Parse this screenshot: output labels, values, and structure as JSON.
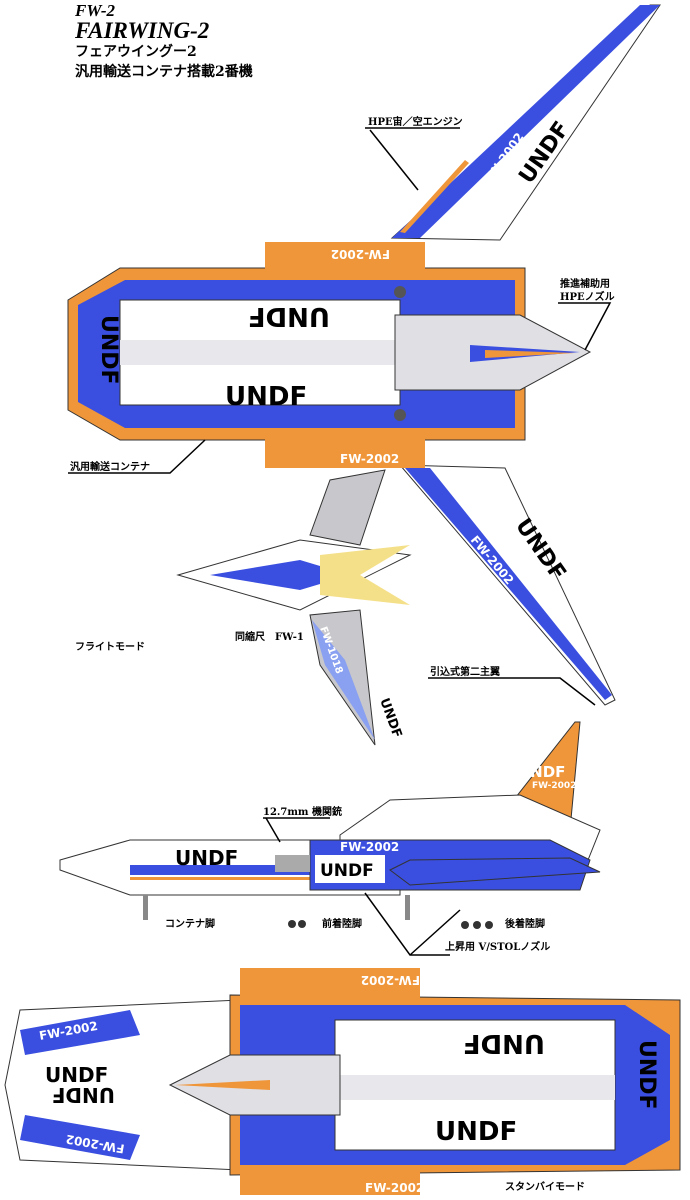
{
  "title": {
    "model": "FW-2",
    "name": "FAIRWING-2",
    "katakana": "フェアウイングー2",
    "subtitle": "汎用輸送コンテナ搭載2番機"
  },
  "colors": {
    "blue": "#3a4fe0",
    "orange": "#f0963a",
    "gray": "#a0a0a8",
    "lightgray": "#d8d8dc",
    "pale_yellow": "#f5e08a",
    "light_blue": "#8aa0f0"
  },
  "markings": {
    "undf": "UNDF",
    "registration": "FW-2002",
    "fw1_registration": "FW-1018"
  },
  "labels": {
    "engine": "HPE宙／空エンジン",
    "nozzle_line1": "推進補助用",
    "nozzle_line2": "HPEノズル",
    "container": "汎用輸送コンテナ",
    "flight_mode": "フライトモード",
    "same_scale": "同縮尺　FW-1",
    "second_wing": "引込式第二主翼",
    "machine_gun": "12.7mm 機関銃",
    "container_leg": "コンテナ脚",
    "front_gear": "前着陸脚",
    "rear_gear": "後着陸脚",
    "vstol_nozzle": "上昇用 V/STOLノズル",
    "standby_mode": "スタンバイモード"
  }
}
